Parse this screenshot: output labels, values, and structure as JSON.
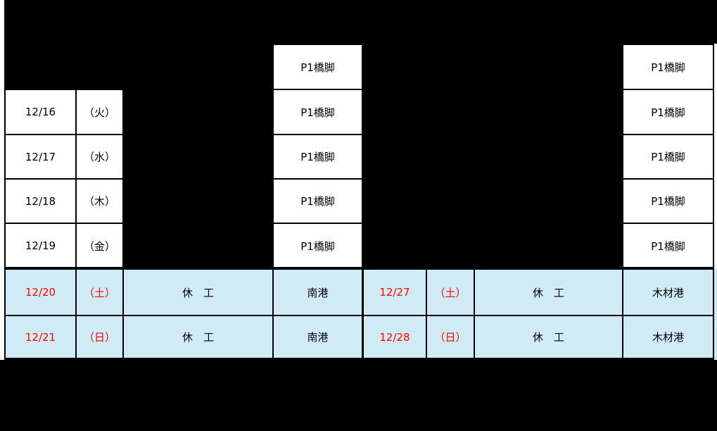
{
  "colors": {
    "redaction_black": "#000000",
    "cell_background": "#ffffff",
    "weekend_background": "#d0eaf6",
    "weekend_text": "#fe0000",
    "border": "#000000",
    "text": "#000000"
  },
  "schedule": {
    "left": {
      "rows": [
        {
          "site": "P1橋脚"
        },
        {
          "date": "12/16",
          "day": "（火）",
          "site": "P1橋脚"
        },
        {
          "date": "12/17",
          "day": "（水）",
          "site": "P1橋脚"
        },
        {
          "date": "12/18",
          "day": "（木）",
          "site": "P1橋脚"
        },
        {
          "date": "12/19",
          "day": "（金）",
          "site": "P1橋脚"
        },
        {
          "date": "12/20",
          "day": "（土）",
          "status": "休　工",
          "site": "南港"
        },
        {
          "date": "12/21",
          "day": "（日）",
          "status": "休　工",
          "site": "南港"
        }
      ]
    },
    "right": {
      "rows": [
        {
          "site": "P1橋脚"
        },
        {
          "site": "P1橋脚"
        },
        {
          "site": "P1橋脚"
        },
        {
          "site": "P1橋脚"
        },
        {
          "site": "P1橋脚"
        },
        {
          "date": "12/27",
          "day": "（土）",
          "status": "休　工",
          "site": "木材港"
        },
        {
          "date": "12/28",
          "day": "（日）",
          "status": "休　工",
          "site": "木材港"
        }
      ]
    }
  }
}
